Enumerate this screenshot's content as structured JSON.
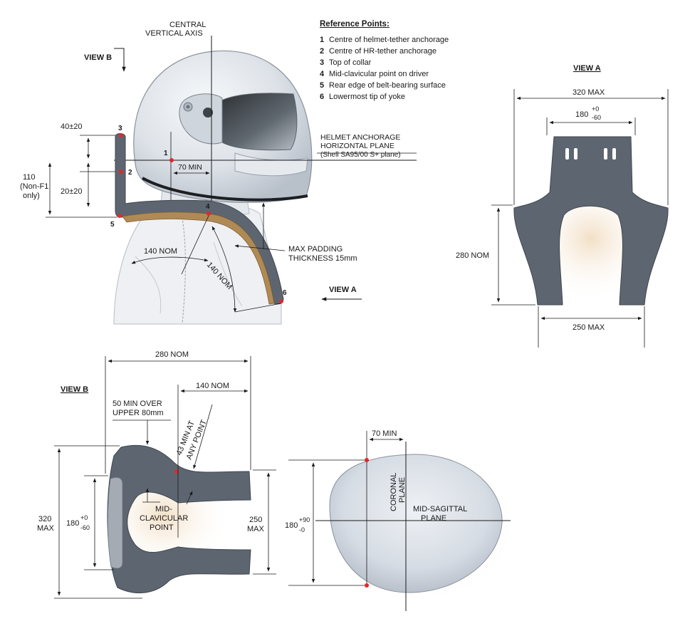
{
  "reference_points": {
    "title": "Reference Points:",
    "items": [
      {
        "num": "1",
        "text": "Centre of helmet-tether anchorage"
      },
      {
        "num": "2",
        "text": "Centre of HR-tether anchorage"
      },
      {
        "num": "3",
        "text": "Top of collar"
      },
      {
        "num": "4",
        "text": "Mid-clavicular point on driver"
      },
      {
        "num": "5",
        "text": "Rear edge of belt-bearing surface"
      },
      {
        "num": "6",
        "text": "Lowermost tip of yoke"
      }
    ]
  },
  "side_view": {
    "central_axis": [
      "CENTRAL",
      "VERTICAL AXIS"
    ],
    "view_b_label": "VIEW B",
    "view_a_label": "VIEW A",
    "anchorage_plane": [
      "HELMET ANCHORAGE",
      "HORIZONTAL PLANE",
      "(Shell SA95/00 S+ plane)"
    ],
    "dim_40": "40±20",
    "dim_110": [
      "110",
      "(Non-F1",
      "only)"
    ],
    "dim_20": "20±20",
    "dim_70min": "70 MIN",
    "dim_140nom_a": "140 NOM",
    "dim_140nom_b": "140 NOM",
    "padding": [
      "MAX PADDING",
      "THICKNESS 15mm"
    ],
    "points": [
      "1",
      "2",
      "3",
      "4",
      "5",
      "6"
    ]
  },
  "view_a": {
    "title": "VIEW A",
    "dim_320": "320 MAX",
    "dim_180_main": "180",
    "dim_180_plus": "+0",
    "dim_180_minus": "-60",
    "dim_280": "280 NOM",
    "dim_250": "250 MAX"
  },
  "view_b": {
    "title": "VIEW B",
    "dim_280": "280 NOM",
    "dim_140": "140 NOM",
    "dim_50": [
      "50 MIN OVER",
      "UPPER 80mm"
    ],
    "dim_43": [
      "43 MIN AT",
      "ANY POINT"
    ],
    "dim_320": [
      "320",
      "MAX"
    ],
    "dim_180_main": "180",
    "dim_180_plus": "+0",
    "dim_180_minus": "-60",
    "dim_250": [
      "250",
      "MAX"
    ],
    "mid_clavicular": [
      "MID-",
      "CLAVICULAR",
      "POINT"
    ]
  },
  "top_view": {
    "dim_70": "70 MIN",
    "dim_180_main": "180",
    "dim_180_plus": "+90",
    "dim_180_minus": "-0",
    "coronal": [
      "CORONAL",
      "PLANE"
    ],
    "mid_sagittal": [
      "MID-SAGITTAL",
      "PLANE"
    ]
  },
  "colors": {
    "device_grey": "#5d6670",
    "padding_tan": "#b08a55",
    "helmet": "#dfe4ea",
    "marker_red": "#e0282e"
  }
}
